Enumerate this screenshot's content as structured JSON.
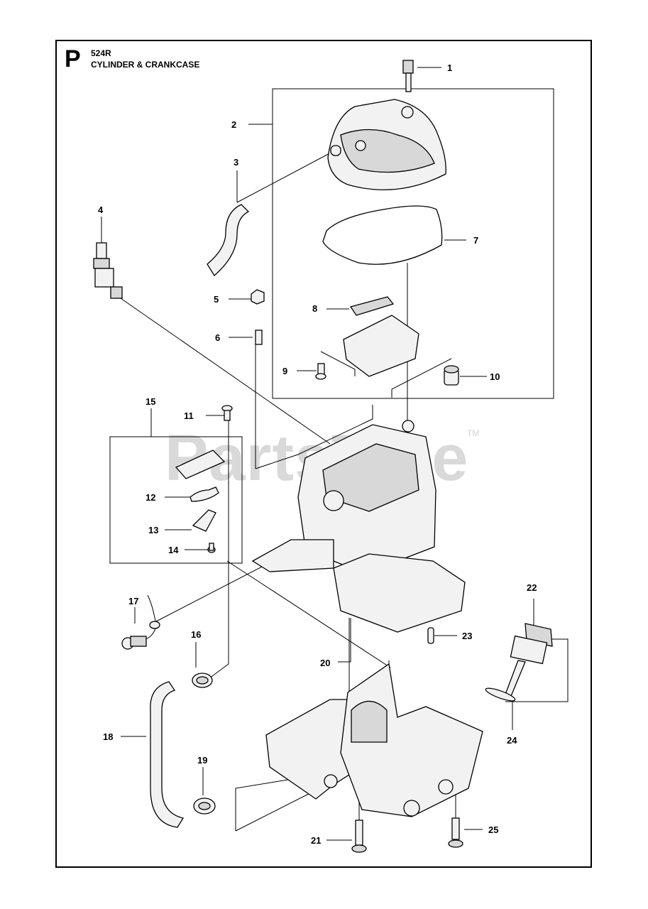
{
  "header": {
    "section_letter": "P",
    "model": "524R",
    "title": "CYLINDER & CRANKCASE"
  },
  "watermark": {
    "text": "PartsTree",
    "trademark": "TM"
  },
  "callouts": [
    "1",
    "2",
    "3",
    "4",
    "5",
    "6",
    "7",
    "8",
    "9",
    "10",
    "11",
    "12",
    "13",
    "14",
    "15",
    "16",
    "17",
    "18",
    "19",
    "20",
    "21",
    "22",
    "23",
    "24",
    "25"
  ],
  "colors": {
    "ink": "#000000",
    "watermark": "#d9d9d9",
    "part_fill": "#f2f2f2"
  }
}
